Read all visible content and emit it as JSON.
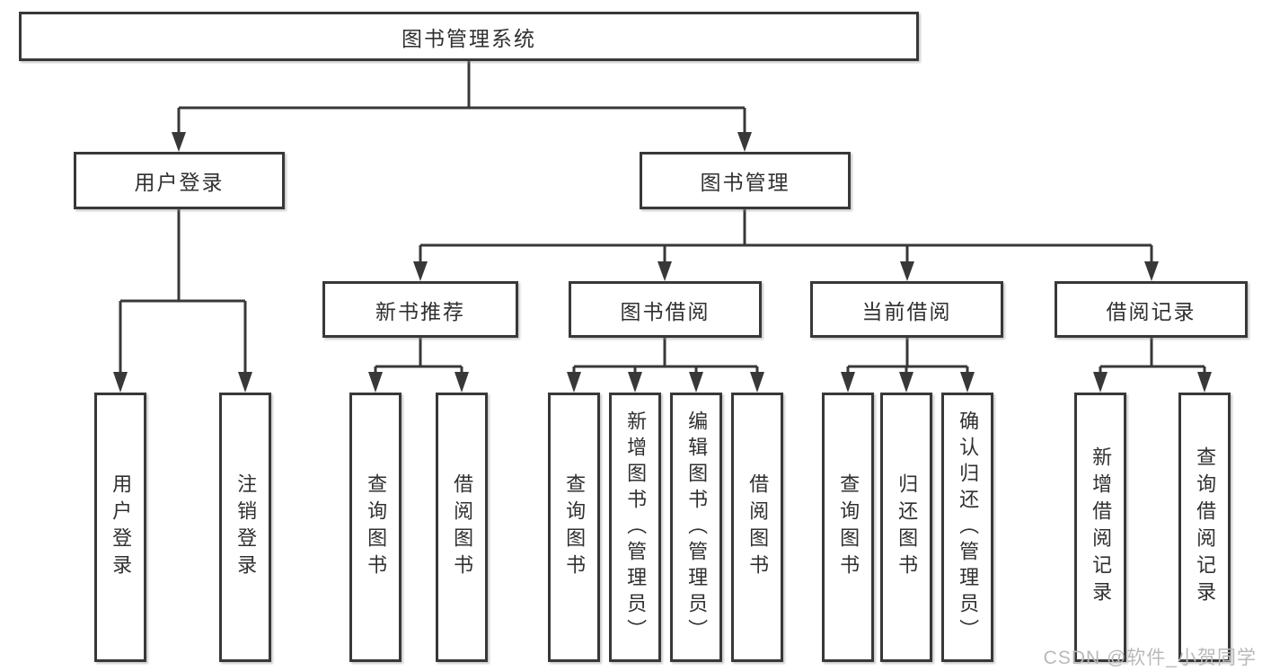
{
  "tree": {
    "label": "图书管理系统",
    "children": [
      {
        "label": "用户登录",
        "children": [
          {
            "label": "用户登录"
          },
          {
            "label": "注销登录"
          }
        ]
      },
      {
        "label": "图书管理",
        "children": [
          {
            "label": "新书推荐",
            "children": [
              {
                "label": "查询图书"
              },
              {
                "label": "借阅图书"
              }
            ]
          },
          {
            "label": "图书借阅",
            "children": [
              {
                "label": "查询图书"
              },
              {
                "label": "新增图书（管理员）"
              },
              {
                "label": "编辑图书（管理员）"
              },
              {
                "label": "借阅图书"
              }
            ]
          },
          {
            "label": "当前借阅",
            "children": [
              {
                "label": "查询图书"
              },
              {
                "label": "归还图书"
              },
              {
                "label": "确认归还（管理员）"
              }
            ]
          },
          {
            "label": "借阅记录",
            "children": [
              {
                "label": "新增借阅记录"
              },
              {
                "label": "查询借阅记录"
              }
            ]
          }
        ]
      }
    ]
  },
  "watermark": {
    "text": "CSDN @软件_小贺同学",
    "color": "#b9b9b9"
  },
  "colors": {
    "line": "#383838",
    "background": "#ffffff",
    "text": "#303030"
  }
}
